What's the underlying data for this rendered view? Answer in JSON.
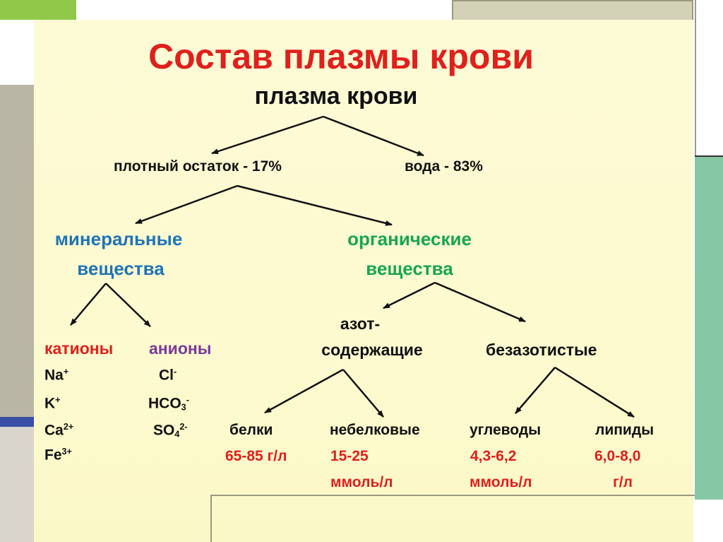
{
  "title": "Состав плазмы крови",
  "root": "плазма крови",
  "level1": {
    "left": "плотный остаток - 17%",
    "right": "вода - 83%"
  },
  "level2": {
    "mineral": {
      "line1": "минеральные",
      "line2": "вещества"
    },
    "organic": {
      "line1": "органические",
      "line2": "вещества"
    }
  },
  "mineral": {
    "cations_label": "катионы",
    "anions_label": "анионы",
    "cations": [
      {
        "base": "Na",
        "sup": "+"
      },
      {
        "base": "K",
        "sup": "+"
      },
      {
        "base": "Ca",
        "sup": "2+"
      },
      {
        "base": "Fe",
        "sup": "3+"
      }
    ],
    "anions": [
      {
        "base": "Cl",
        "sub": "",
        "sup": "-"
      },
      {
        "base": "HCO",
        "sub": "3",
        "sup": "-"
      },
      {
        "base": "SO",
        "sub": "4",
        "sup": "2-"
      }
    ]
  },
  "organic": {
    "nitrogen": {
      "line1": "азот-",
      "line2": "содержащие"
    },
    "non_nitrogen": "безазотистые",
    "proteins": {
      "label": "белки",
      "value": "65-85 г/л"
    },
    "nonprotein": {
      "label": "небелковые",
      "value1": "15-25",
      "value2": "ммоль/л"
    },
    "carbs": {
      "label": "углеводы",
      "value1": "4,3-6,2",
      "value2": "ммоль/л"
    },
    "lipids": {
      "label": "липиды",
      "value1": "6,0-8,0",
      "value2": "г/л"
    }
  },
  "colors": {
    "title": "#e0201c",
    "mineral": "#1f74b7",
    "organic": "#18a64f",
    "cations": "#e0201c",
    "anions": "#7b3a9a",
    "values": "#c8201c"
  }
}
